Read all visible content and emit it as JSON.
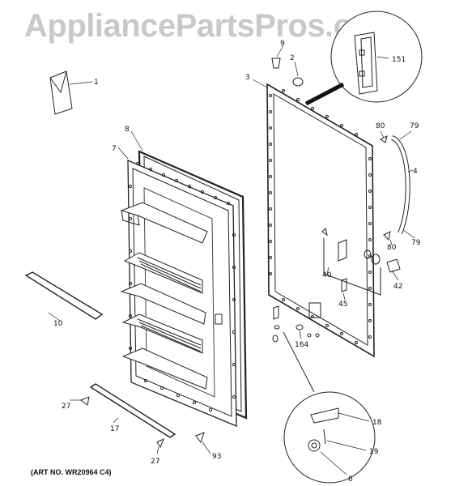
{
  "watermark": "AppliancePartsPros.com",
  "art_number": "(ART NO. WR20964 C4)",
  "callouts": {
    "c1": "1",
    "c2": "2",
    "c3": "3",
    "c4": "4",
    "c6": "6",
    "c7": "7",
    "c8": "8",
    "c9": "9",
    "c10": "10",
    "c17": "17",
    "c18": "18",
    "c19": "19",
    "c27a": "27",
    "c27b": "27",
    "c40": "40",
    "c42": "42",
    "c45": "45",
    "c79a": "79",
    "c79b": "79",
    "c80a": "80",
    "c80b": "80",
    "c93": "93",
    "c151": "151",
    "c164": "164"
  }
}
